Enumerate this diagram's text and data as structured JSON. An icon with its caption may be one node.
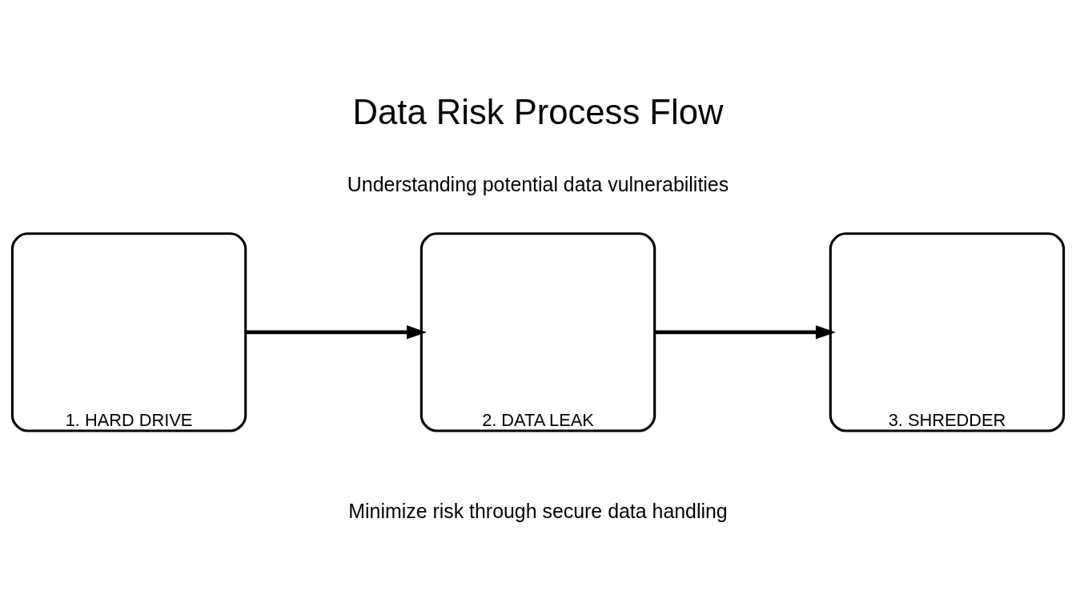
{
  "diagram": {
    "title": "Data Risk Process Flow",
    "caption": "Minimize risk through secure data handling",
    "nodes": [
      {
        "text": [
          "1. HARD DRIVE"
        ]
      },
      {
        "text": [
          "2. DATA LEAK"
        ]
      },
      {
        "text": [
          "3. SHREDDER"
        ]
      }
    ],
    "edges": [
      {
        "from": 0,
        "to": 1,
        "arrow": "to"
      },
      {
        "from": 1,
        "to": 2,
        "arrow": "to"
      }
    ],
    "labels": [
      "Understanding potential data vulnerabilities"
    ]
  }
}
